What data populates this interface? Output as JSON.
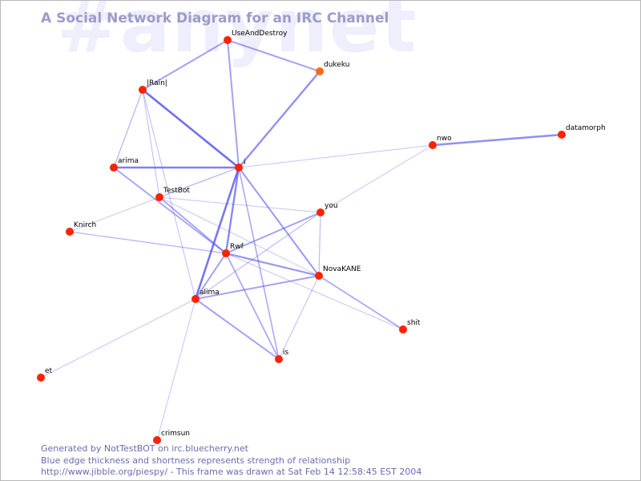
{
  "watermark": "#anynet",
  "title": "A Social Network Diagram for an IRC Channel",
  "colors": {
    "node_fill": "#ff2200",
    "node_fill_alt": "#ff6a10",
    "edge": "#5555ee",
    "title": "#9c9cc8",
    "footer": "#6a6ab4",
    "watermark": "#eeeefc"
  },
  "nodes": [
    {
      "id": "UseAndDestroy",
      "label": "UseAndDestroy"
    },
    {
      "id": "dukeku",
      "label": "dukeku"
    },
    {
      "id": "Rain",
      "label": "|Rain|"
    },
    {
      "id": "nwo",
      "label": "nwo"
    },
    {
      "id": "datamorph",
      "label": "datamorph"
    },
    {
      "id": "arima",
      "label": "arima"
    },
    {
      "id": "i",
      "label": "i"
    },
    {
      "id": "TestBot",
      "label": "TestBot"
    },
    {
      "id": "you",
      "label": "you"
    },
    {
      "id": "Knirch",
      "label": "Knirch"
    },
    {
      "id": "Rwf",
      "label": "Rwf"
    },
    {
      "id": "NovaKANE",
      "label": "NovaKANE"
    },
    {
      "id": "alima",
      "label": "alima"
    },
    {
      "id": "shit",
      "label": "shit"
    },
    {
      "id": "is",
      "label": "is"
    },
    {
      "id": "et",
      "label": "et"
    },
    {
      "id": "crimsun",
      "label": "crimsun"
    }
  ],
  "footer": {
    "line1": "Generated by NotTestBOT on irc.bluecherry.net",
    "line2": "Blue edge thickness and shortness represents strength of relationship",
    "line3": "http://www.jibble.org/piespy/ - This frame was drawn at Sat Feb 14 12:58:45 EST 2004"
  }
}
